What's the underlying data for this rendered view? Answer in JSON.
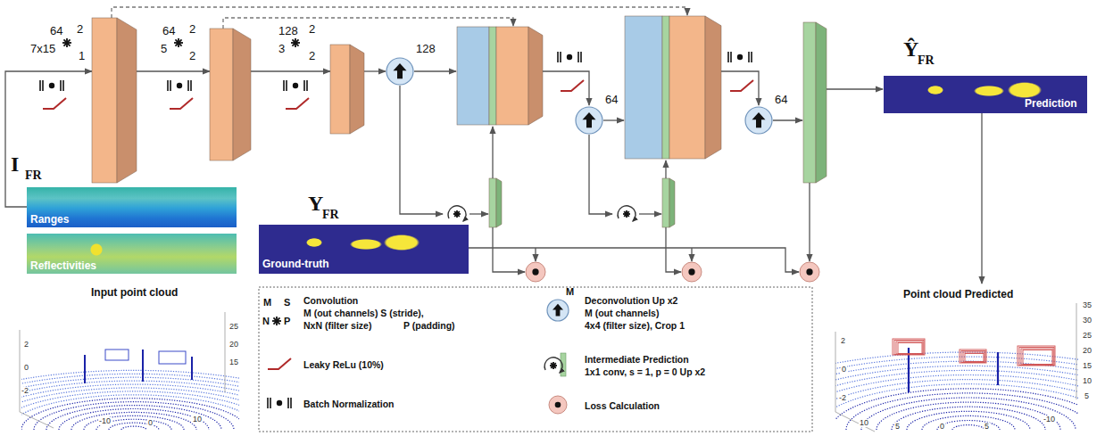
{
  "diagram": {
    "nodes": [
      {
        "text": [
          "I",
          "FR"
        ]
      },
      {
        "text": [
          "Ranges"
        ],
        "in": 0
      },
      {
        "text": [
          "Reflectivities"
        ],
        "in": 0
      },
      {
        "text": [
          "64",
          "2",
          "7x15",
          "1"
        ]
      },
      {
        "text": [
          "64",
          "2",
          "5",
          "2"
        ]
      },
      {
        "text": [
          "128",
          "2",
          "3",
          "2"
        ]
      },
      {
        "text": [
          "128"
        ]
      },
      {
        "text": [
          "64"
        ]
      },
      {
        "text": [
          "64"
        ]
      },
      {
        "text": [
          "Y",
          "FR",
          "Ground-truth"
        ]
      },
      {
        "text": [
          "Ŷ",
          "FR",
          "Prediction"
        ]
      },
      {
        "text": [
          "Input point cloud"
        ]
      },
      {
        "text": [
          "Point cloud Predicted"
        ]
      }
    ],
    "edges": [
      {
        "from": 0,
        "to": 3,
        "arrow": "to"
      },
      {
        "from": 3,
        "to": 4,
        "arrow": "to"
      },
      {
        "from": 4,
        "to": 5,
        "arrow": "to"
      },
      {
        "from": 5,
        "to": 6,
        "arrow": "to"
      },
      {
        "from": 10,
        "to": 12,
        "arrow": "to"
      }
    ],
    "labels": [
      "M",
      "S",
      "N",
      "P",
      "M (out channels) S (stride),",
      "NxN (filter size)",
      "P (padding)",
      "M",
      "M (out channels)",
      "4x4 (filter size), Crop 1",
      "1x1 conv, s = 1, p = 0 Up x2",
      "35",
      "30",
      "25",
      "20",
      "15",
      "10",
      "5",
      "2",
      "0",
      "-2",
      "10",
      "5",
      "0",
      "5",
      "-10",
      "2",
      "0",
      "-2",
      "15",
      "20",
      "25",
      "-10",
      "0",
      "10"
    ],
    "legend": [
      {
        "text": "Convolution"
      },
      {
        "text": "Deconvolution Up x2"
      },
      {
        "text": "Leaky ReLu (10%)"
      },
      {
        "text": "Intermediate Prediction"
      },
      {
        "text": "Batch Normalization"
      },
      {
        "text": "Loss Calculation"
      }
    ]
  }
}
